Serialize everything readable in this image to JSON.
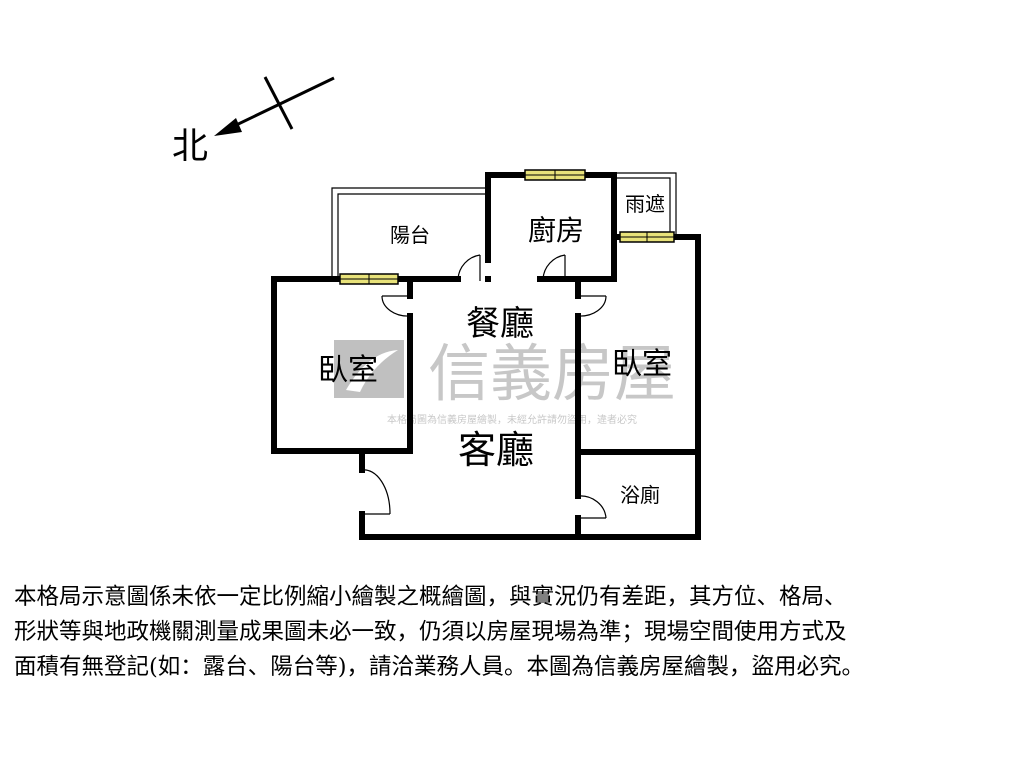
{
  "compass": {
    "label": "北"
  },
  "rooms": {
    "balcony": "陽台",
    "kitchen": "廚房",
    "canopy": "雨遮",
    "dining": "餐廳",
    "bedroom_left": "臥室",
    "bedroom_right": "臥室",
    "living": "客廳",
    "bathroom": "浴廁"
  },
  "watermark": {
    "logo_text": "信義房屋",
    "notice": "本格局圖為信義房屋繪製，未經允許請勿盜用，違者必究"
  },
  "disclaimer": {
    "lines": [
      "本格局示意圖係未依一定比例縮小繪製之概繪圖，與實況仍有差距，其方位、格局、",
      "形狀等與地政機關測量成果圖未必一致，仍須以房屋現場為準；現場空間使用方式及",
      "面積有無登記(如：露台、陽台等)，請洽業務人員。本圖為信義房屋繪製，盜用必究。"
    ]
  },
  "colors": {
    "wall": "#000000",
    "window": "#e8e27a",
    "watermark": "#9a9a9a"
  }
}
